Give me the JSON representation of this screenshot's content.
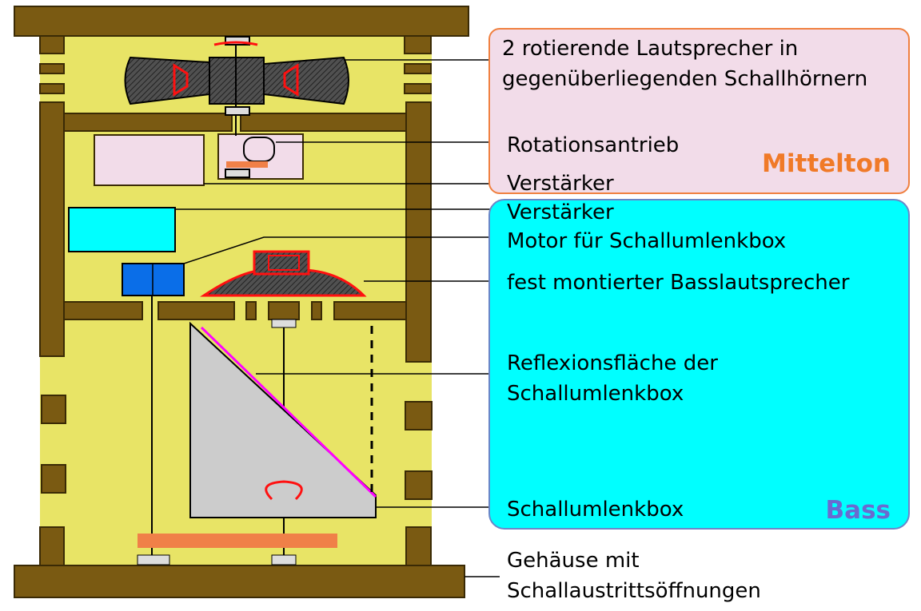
{
  "sections": {
    "mid": {
      "label": "Mittelton",
      "color": "#f07a28"
    },
    "bass": {
      "label": "Bass",
      "color": "#6a6ad0"
    }
  },
  "labels": {
    "rotating_speakers": "2 rotierende Lautsprecher in\ngegenüberliegenden Schallhörnern",
    "rotation_drive": "Rotationsantrieb",
    "amp_mid": "Verstärker",
    "amp_bass": "Verstärker",
    "motor": "Motor für Schallumlenkbox",
    "bass_speaker": "fest montierter Basslautsprecher",
    "reflection_surface": "Reflexionsfläche der\nSchallumlenkbox",
    "deflector_box": "Schallumlenkbox",
    "housing": "Gehäuse mit\nSchallaustrittsöffnungen"
  },
  "colors": {
    "wood": "#7a5a12",
    "interior": "#e8e466",
    "pink": "#f2dce9",
    "cyan": "#00ffff",
    "blue": "#0a6ee8",
    "orange": "#f08048",
    "red": "#ff1010",
    "grey": "#cccccc",
    "magenta": "#ff00ff",
    "horn": "#3a3a3a"
  }
}
